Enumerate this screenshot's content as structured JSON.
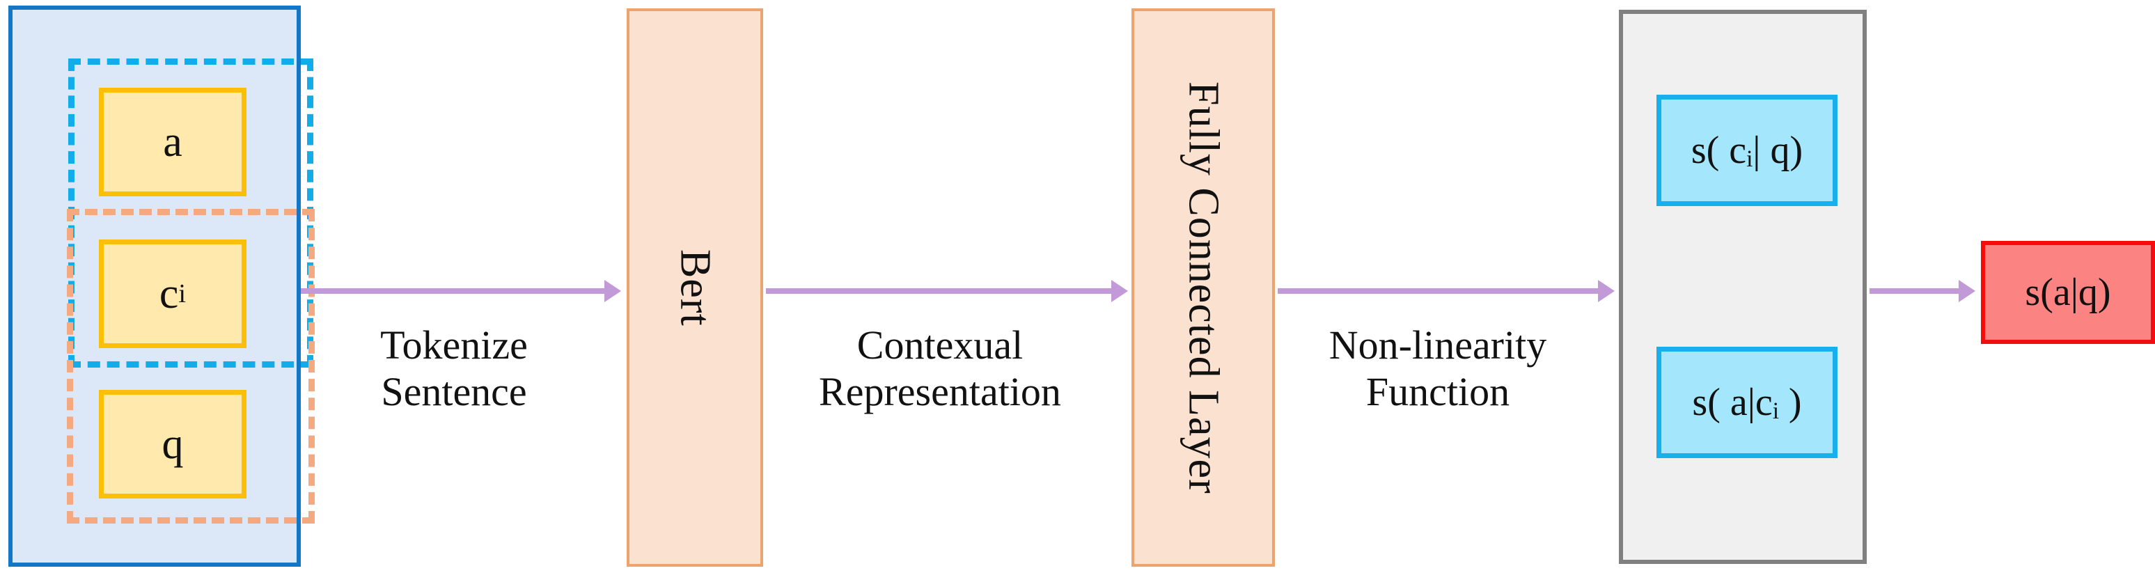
{
  "diagram": {
    "title": "BERT answer-scoring pipeline",
    "colors": {
      "input_panel_fill": "#dce8f7",
      "input_panel_border": "#1277c9",
      "dashed_blue": "#12ade8",
      "dashed_orange": "#f4a981",
      "token_fill": "#ffe9ac",
      "token_border": "#fcbf08",
      "module_fill": "#fbe1d0",
      "module_border": "#eba36f",
      "score_panel_fill": "#f0f0f0",
      "score_panel_border": "#808080",
      "score_box_fill": "#a4e6fb",
      "score_box_border": "#18b0ec",
      "final_fill": "#fb8381",
      "final_border": "#f50d0d",
      "arrow": "#c29ad8"
    },
    "input_panel": {
      "tokens": [
        {
          "id": "answer",
          "label": "a"
        },
        {
          "id": "context",
          "label": "c",
          "subscript": "i"
        },
        {
          "id": "question",
          "label": "q"
        }
      ],
      "groups": [
        {
          "id": "blue-dashed-group",
          "style": "dashed",
          "color": "#12ade8",
          "covers": [
            "a",
            "c_i"
          ]
        },
        {
          "id": "orange-dashed-group",
          "style": "dashed",
          "color": "#f4a981",
          "covers": [
            "c_i",
            "q"
          ]
        }
      ]
    },
    "modules": [
      {
        "id": "bert",
        "label": "Bert",
        "orientation": "vertical"
      },
      {
        "id": "fully-connected",
        "label": "Fully Connected Layer",
        "orientation": "vertical"
      }
    ],
    "score_panel": {
      "boxes": [
        {
          "id": "score-ci-given-q",
          "label": "s( cᵢ| q)"
        },
        {
          "id": "score-a-given-ci",
          "label": "s( a|cᵢ )"
        }
      ]
    },
    "final": {
      "id": "score-a-given-q",
      "label": "s(a|q)"
    },
    "edges": [
      {
        "id": "edge-tokenize",
        "line1": "Tokenize",
        "line2": "Sentence"
      },
      {
        "id": "edge-contextual",
        "line1": "Contexual",
        "line2": "Representation"
      },
      {
        "id": "edge-nonlinearity",
        "line1": "Non-linearity",
        "line2": "Function"
      }
    ]
  }
}
